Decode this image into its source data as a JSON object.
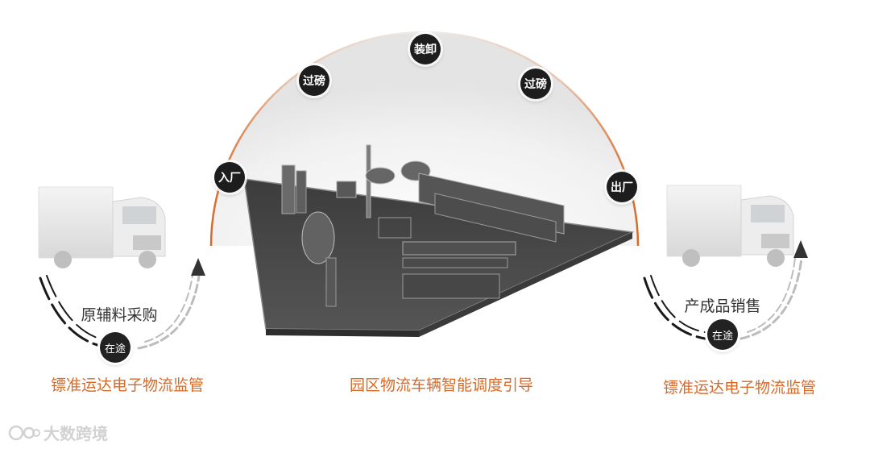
{
  "arc_nodes": [
    "入厂",
    "过磅",
    "装卸",
    "过磅",
    "出厂"
  ],
  "left": {
    "label": "原辅料采购",
    "badge": "在途",
    "caption": "镖准运达电子物流监管"
  },
  "center": {
    "caption": "园区物流车辆智能调度引导"
  },
  "right": {
    "label": "产成品销售",
    "badge": "在途",
    "caption": "镖准运达电子物流监管"
  },
  "watermark": {
    "text": "大数跨境"
  },
  "colors": {
    "accent": "#d86a28",
    "node": "#1d1d1d",
    "factory": "#4a4a4a"
  },
  "icons": [
    "truck-icon",
    "factory-illustration",
    "arrow-up-icon",
    "logo-icon"
  ]
}
